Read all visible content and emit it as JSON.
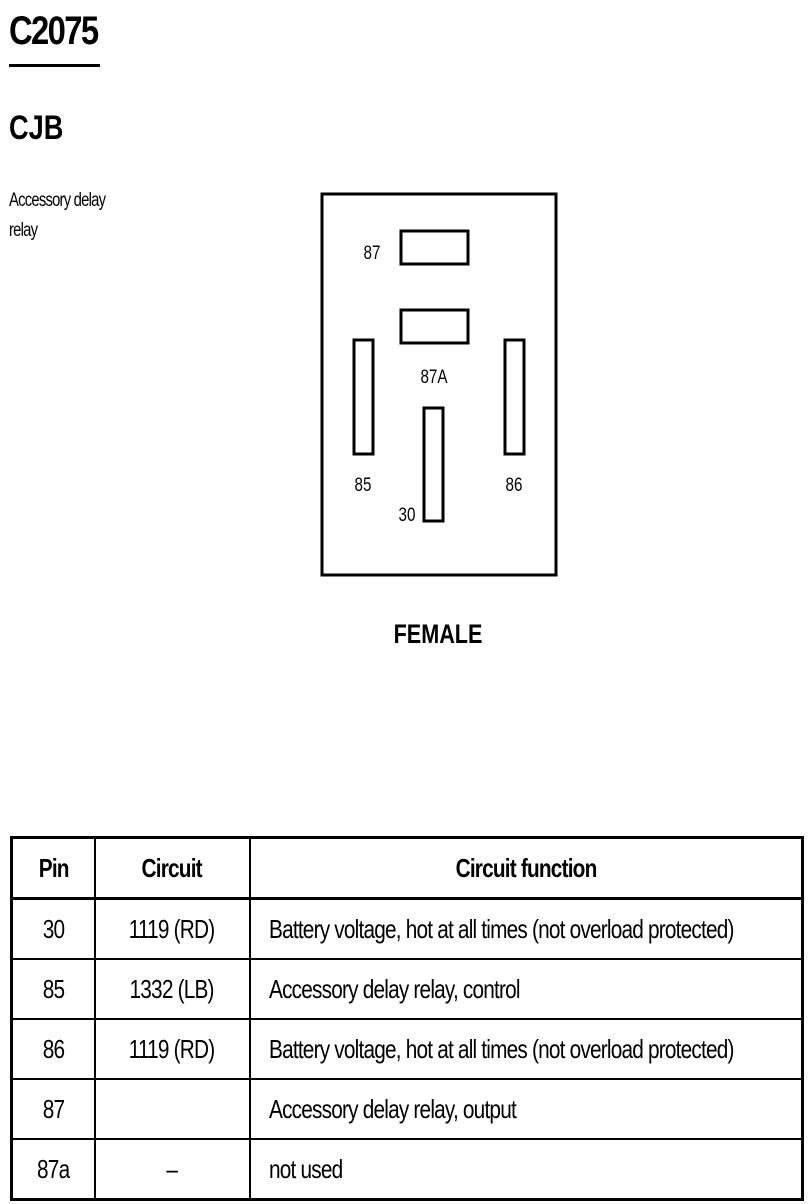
{
  "header": {
    "connector_id": "C2075",
    "location": "CJB",
    "component": [
      "Accessory delay",
      "relay"
    ]
  },
  "diagram": {
    "gender_label": "FEMALE",
    "pin_labels": {
      "p87": "87",
      "p87a": "87A",
      "p85": "85",
      "p86": "86",
      "p30": "30"
    }
  },
  "table": {
    "headers": [
      "Pin",
      "Circuit",
      "Circuit function"
    ],
    "rows": [
      {
        "pin": "30",
        "circuit": "1119 (RD)",
        "function": "Battery voltage, hot at all times (not overload protected)"
      },
      {
        "pin": "85",
        "circuit": "1332 (LB)",
        "function": "Accessory delay relay, control"
      },
      {
        "pin": "86",
        "circuit": "1119 (RD)",
        "function": "Battery voltage, hot at all times (not overload protected)"
      },
      {
        "pin": "87",
        "circuit": "",
        "function": "Accessory delay relay, output"
      },
      {
        "pin": "87a",
        "circuit": "–",
        "function": "not used"
      }
    ]
  }
}
